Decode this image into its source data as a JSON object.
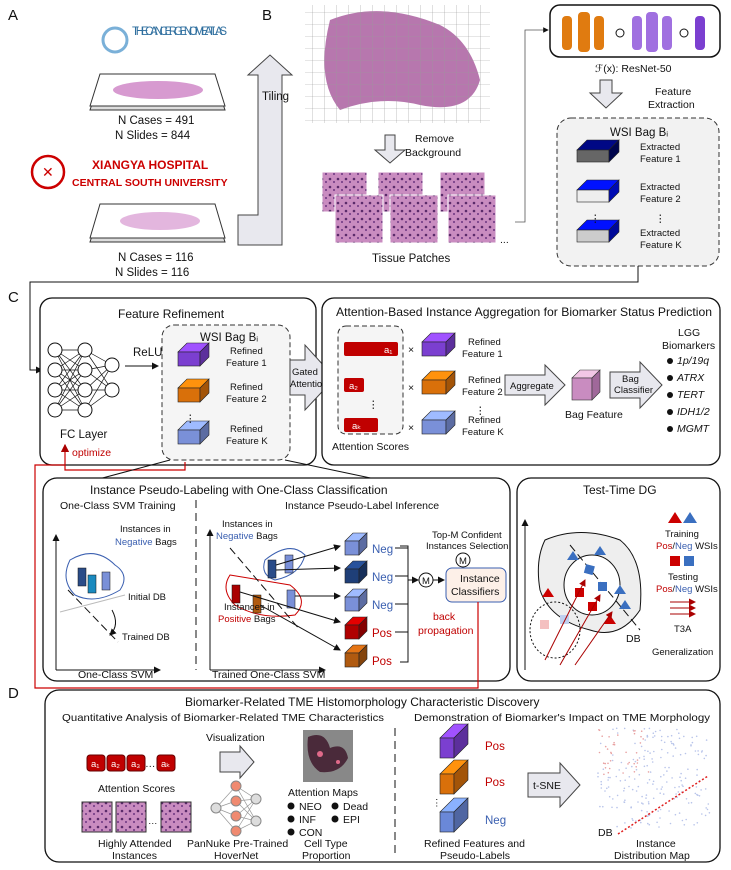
{
  "panels": {
    "a": "A",
    "b": "B",
    "c": "C",
    "d": "D"
  },
  "panel_a": {
    "tcga_logo": "THE CANCER GENOME ATLAS",
    "tcga_cases": "N Cases = 491",
    "tcga_slides": "N Slides = 844",
    "xiangya_line1": "XIANGYA HOSPITAL",
    "xiangya_line2": "CENTRAL SOUTH UNIVERSITY",
    "xy_cases": "N Cases = 116",
    "xy_slides": "N Slides = 116",
    "tiling": "Tiling"
  },
  "panel_b": {
    "remove_bg_1": "Remove",
    "remove_bg_2": "Background",
    "tissue_patches": "Tissue Patches",
    "ellipsis": "...",
    "resnet": "ℱ(x): ResNet-50",
    "feature_extraction_1": "Feature",
    "feature_extraction_2": "Extraction",
    "wsi_bag": "WSI Bag Bᵢ",
    "features": [
      [
        "Extracted",
        "Feature 1"
      ],
      [
        "Extracted",
        "Feature 2"
      ],
      [
        "Extracted",
        "Feature K"
      ]
    ]
  },
  "panel_c": {
    "feature_refinement": "Feature Refinement",
    "fc_layer": "FC Layer",
    "relu": "ReLU",
    "optimize": "optimize",
    "wsi_bag": "WSI Bag Bᵢ",
    "refined": [
      [
        "Refined",
        "Feature 1"
      ],
      [
        "Refined",
        "Feature 2"
      ],
      [
        "Refined",
        "Feature K"
      ]
    ],
    "gated_1": "Gated",
    "gated_2": "Attention",
    "aggregation_title": "Attention-Based Instance Aggregation for Biomarker Status Prediction",
    "scores": [
      "a₁",
      "a₂",
      "aₖ"
    ],
    "attention_scores": "Attention Scores",
    "times": "×",
    "aggregate": "Aggregate",
    "bag_feature": "Bag Feature",
    "bag_classifier_1": "Bag",
    "bag_classifier_2": "Classifier",
    "lgg_1": "LGG",
    "lgg_2": "Biomarkers",
    "biomarkers": [
      "1p/19q",
      "ATRX",
      "TERT",
      "IDH1/2",
      "MGMT"
    ],
    "pseudo_title": "Instance Pseudo-Labeling with One-Class Classification",
    "svm_training": "One-Class SVM Training",
    "instances_in": "Instances in",
    "negative": "Negative",
    "positive": "Positive",
    "bags": "Bags",
    "initial_db": "Initial DB",
    "trained_db": "Trained DB",
    "one_class_svm": "One-Class SVM",
    "inference": "Instance Pseudo-Label Inference",
    "trained_svm": "Trained One-Class SVM",
    "labels": [
      "Neg",
      "Neg",
      "Neg",
      "Pos",
      "Pos"
    ],
    "topm_1": "Top-M Confident",
    "topm_2": "Instances Selection",
    "m": "M",
    "instance_classifiers_1": "Instance",
    "instance_classifiers_2": "Classifiers",
    "back_1": "back",
    "back_2": "propagation",
    "ttdg_title": "Test-Time DG",
    "training": "Training",
    "testing": "Testing",
    "pos": "Pos",
    "slash": "/",
    "neg": "Neg",
    "wsis": "WSIs",
    "db": "DB",
    "t3a": "T3A",
    "generalization": "Generalization"
  },
  "panel_d": {
    "title": "Biomarker-Related TME Histomorphology Characteristic Discovery",
    "quant_title": "Quantitative Analysis of Biomarker-Related TME Characteristics",
    "visualization": "Visualization",
    "scores": [
      "a₁",
      "a₂",
      "a₃",
      "aₖ"
    ],
    "attention_scores": "Attention Scores",
    "attention_maps": "Attention Maps",
    "cells": [
      "NEO",
      "Dead",
      "INF",
      "EPI",
      "CON"
    ],
    "highly_1": "Highly Attended",
    "highly_2": "Instances",
    "pannuke_1": "PanNuke Pre-Trained",
    "pannuke_2": "HoverNet",
    "cell_1": "Cell Type",
    "cell_2": "Proportion",
    "demo_title": "Demonstration of Biomarker's Impact on TME Morphology",
    "labels": [
      "Pos",
      "Pos",
      "Neg"
    ],
    "tsne": "t-SNE",
    "db": "DB",
    "refined_1": "Refined Features and",
    "refined_2": "Pseudo-Labels",
    "dist_1": "Instance",
    "dist_2": "Distribution Map"
  },
  "colors": {
    "red": "#c00000",
    "blue": "#3a5fb0",
    "purple": "#7b3fd0",
    "orange": "#d9700a",
    "tissue": "#b05a9a"
  }
}
